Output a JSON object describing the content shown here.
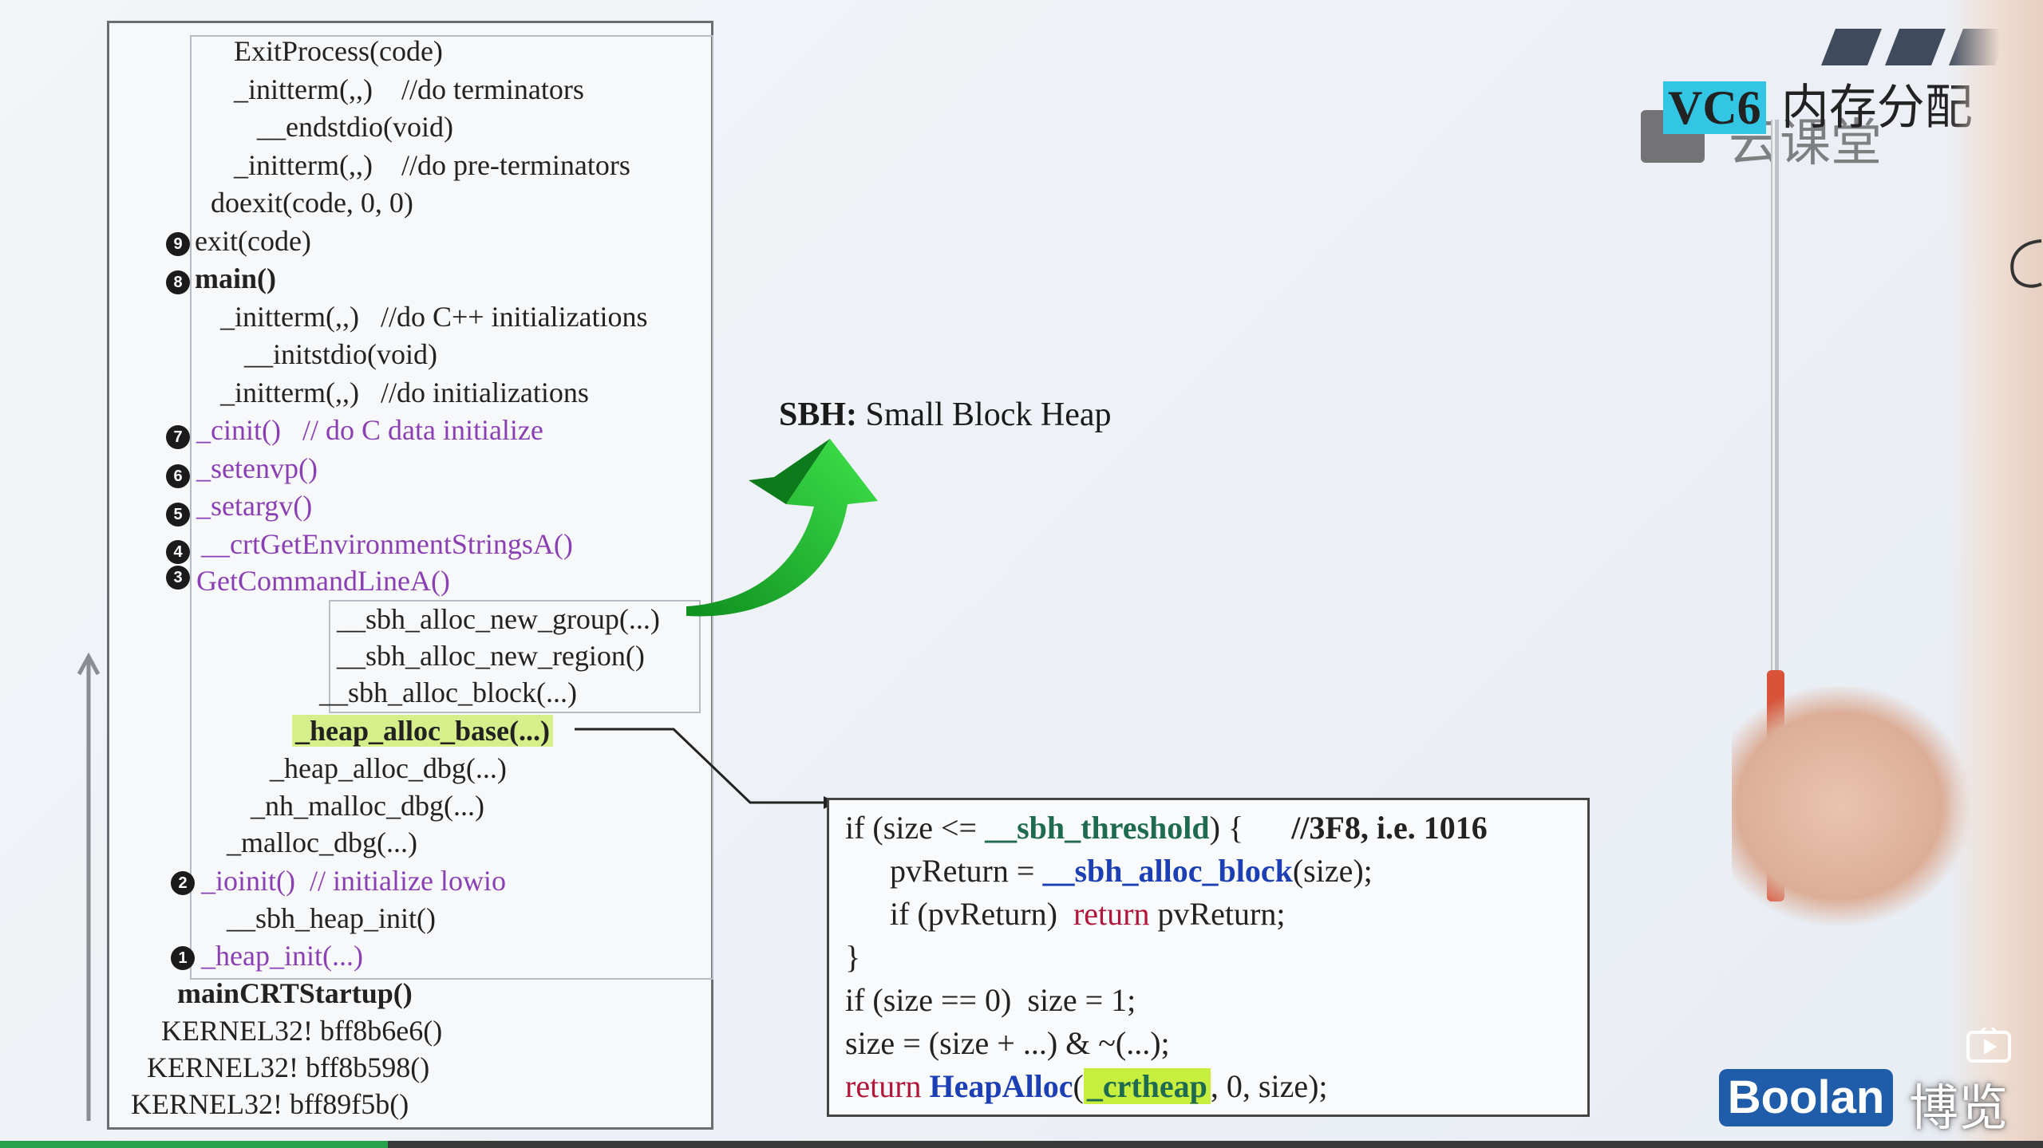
{
  "header": {
    "title_code": "VC6",
    "title_text": " 内存分配",
    "watermark_text": "云课堂"
  },
  "stack": {
    "lines": [
      "ExitProcess(code)",
      "_initterm(,,)    //do terminators",
      "__endstdio(void)",
      "_initterm(,,)    //do pre-terminators",
      "doexit(code, 0, 0)",
      "exit(code)",
      "main()",
      "_initterm(,,)   //do C++ initializations",
      "__initstdio(void)",
      "_initterm(,,)   //do initializations",
      "_cinit()   // do C data initialize",
      "_setenvp()",
      "_setargv()",
      "__crtGetEnvironmentStringsA()",
      "GetCommandLineA()",
      "__sbh_alloc_new_group(...)",
      "__sbh_alloc_new_region()",
      "__sbh_alloc_block(...)",
      "_heap_alloc_base(...)",
      "_heap_alloc_dbg(...)",
      "_nh_malloc_dbg(...)",
      "_malloc_dbg(...)",
      "_ioinit()  // initialize lowio",
      "__sbh_heap_init()",
      "_heap_init(...)",
      "mainCRTStartup()",
      "KERNEL32! bff8b6e6()",
      "KERNEL32! bff8b598()",
      "KERNEL32! bff89f5b()"
    ],
    "badges": [
      "9",
      "8",
      "7",
      "6",
      "5",
      "4",
      "3",
      "2",
      "1"
    ]
  },
  "sbh": {
    "title_bold": "SBH:",
    "title_rest": " Small Block Heap"
  },
  "code": {
    "l1_a": "if (size <= ",
    "l1_b": "__sbh_threshold",
    "l1_c": ") {      ",
    "l1_d": "//3F8, i.e. 1016",
    "l2_a": "pvReturn = ",
    "l2_b": "__sbh_alloc_block",
    "l2_c": "(size);",
    "l3_a": "if (pvReturn)  ",
    "l3_b": "return",
    "l3_c": " pvReturn;",
    "l4": "}",
    "l5": "if (size == 0)  size = 1;",
    "l6": "size = (size + ...) & ~(...);",
    "l7_a": "return ",
    "l7_b": "HeapAlloc",
    "l7_c": "(",
    "l7_d": "_crtheap",
    "l7_e": ", 0, size);"
  },
  "footer": {
    "brand": "Boolan",
    "brand_cn": "博览",
    "progress": 0.19
  },
  "colors": {
    "accent_green": "#27c23a",
    "highlight_cyan": "#33c6e4",
    "brand_blue": "#1f5dab",
    "purple_text": "#8a3fb5"
  }
}
